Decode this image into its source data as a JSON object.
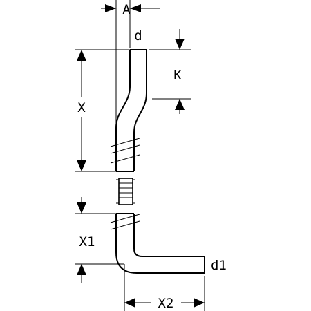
{
  "labels": {
    "A": "A",
    "d": "d",
    "K": "K",
    "X": "X",
    "X1": "X1",
    "d1": "d1",
    "X2": "X2"
  },
  "colors": {
    "line": "#000000",
    "background": "#ffffff"
  }
}
